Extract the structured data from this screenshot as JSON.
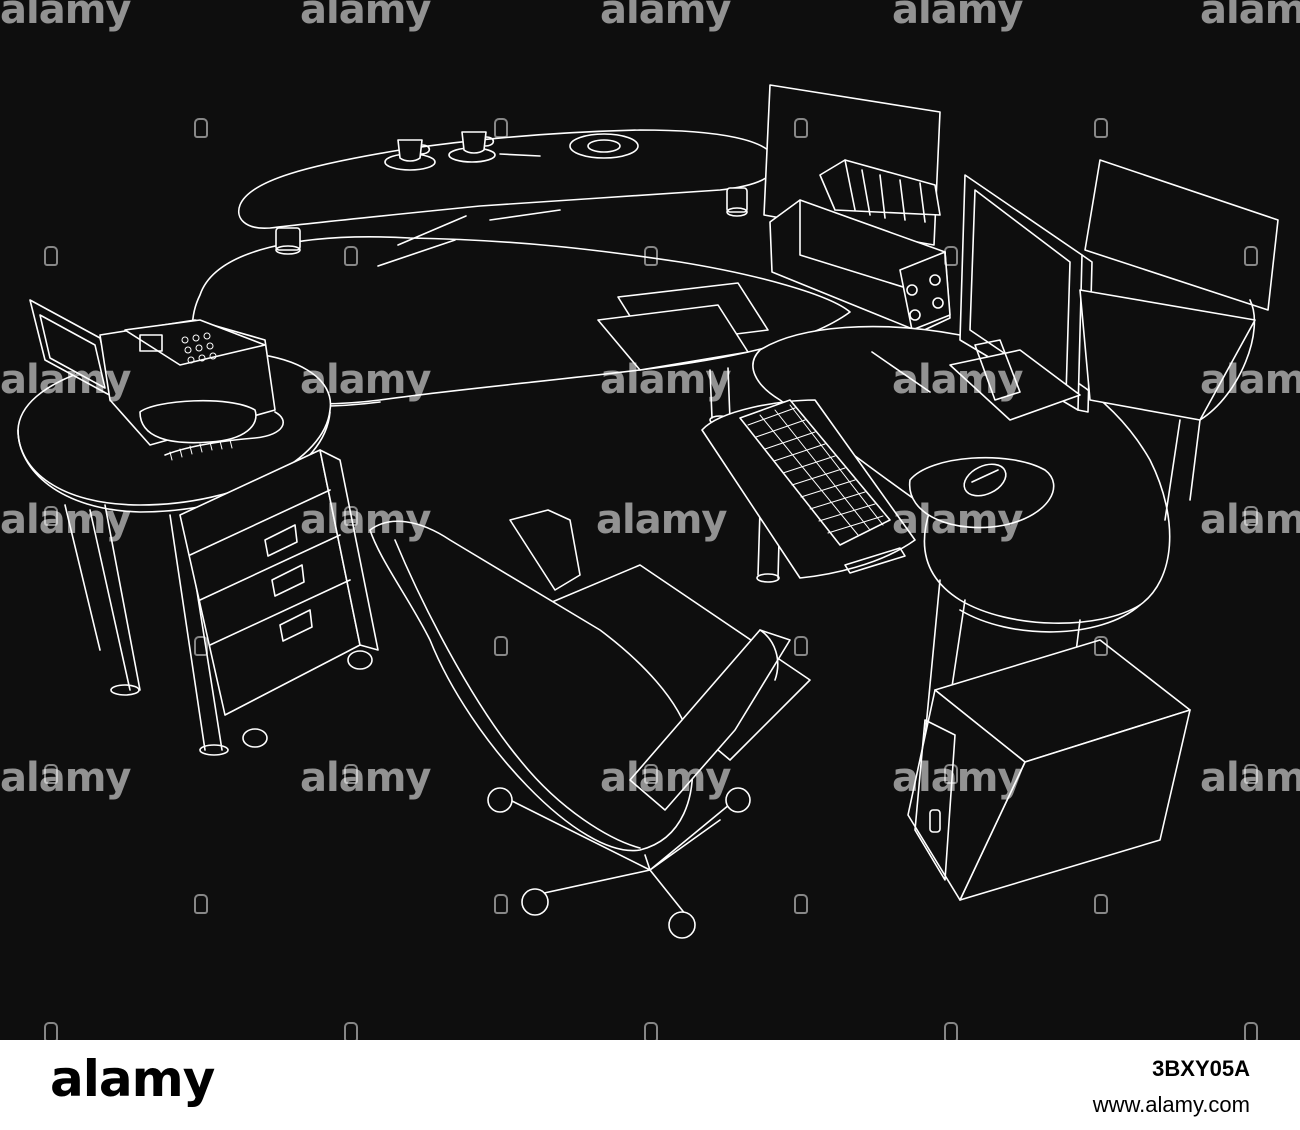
{
  "image": {
    "background_color": "#0e0e0e",
    "line_color": "#ffffff"
  },
  "watermark": {
    "text": "alamy"
  },
  "footer": {
    "logo": "alamy",
    "image_id": "3BXY05A",
    "site": "www.alamy.com"
  }
}
